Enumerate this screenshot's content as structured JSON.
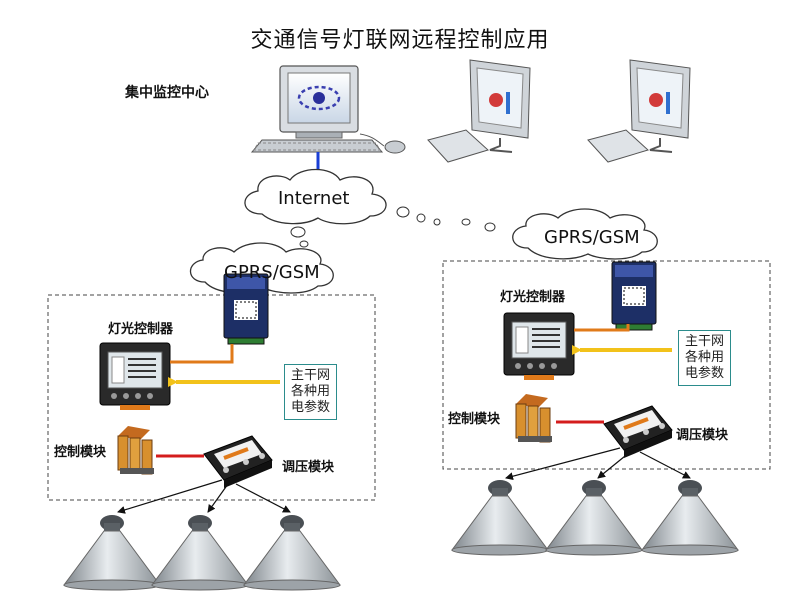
{
  "title": "交通信号灯联网远程控制应用",
  "center_label": "集中监控中心",
  "clouds": {
    "internet": "Internet",
    "gprs_left": "GPRS/GSM",
    "gprs_right": "GPRS/GSM"
  },
  "left_site": {
    "controller_label": "灯光控制器",
    "control_module_label": "控制模块",
    "dimmer_module_label": "调压模块",
    "note_lines": [
      "主干网",
      "各种用",
      "电参数"
    ]
  },
  "right_site": {
    "controller_label": "灯光控制器",
    "control_module_label": "控制模块",
    "dimmer_module_label": "调压模块",
    "note_lines": [
      "主干网",
      "各种用",
      "电参数"
    ]
  },
  "colors": {
    "monitor_link": "#1a3fd6",
    "rs485_link": "#e07a1a",
    "data_arrow": "#f2c21a",
    "control_link": "#d41c1c",
    "dashed_box": "#444444",
    "note_border": "#2b8c8c",
    "lamp_shade": "#b9bec3"
  },
  "icons": [
    "computer-icon",
    "monitor-icon",
    "cloud-icon",
    "dtu-modem-icon",
    "light-controller-icon",
    "relay-module-icon",
    "voltage-regulator-icon",
    "highbay-lamp-icon"
  ]
}
